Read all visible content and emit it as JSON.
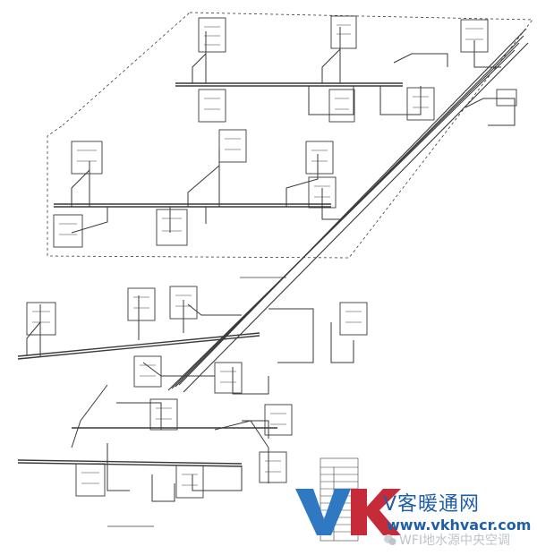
{
  "watermark": {
    "logo_text": "VK",
    "brand_cn": "V客暖通网",
    "brand_url": "www.vkhvacr.com",
    "wechat_caption": "WFI地水源中央空调",
    "wechat_icon": "wechat-icon"
  },
  "colors": {
    "line": "#3a3a3a",
    "logo_v": "#2f79c3",
    "logo_k": "#c62b3a",
    "brand": "#1f5fa8",
    "caption": "#bfc4c9"
  }
}
